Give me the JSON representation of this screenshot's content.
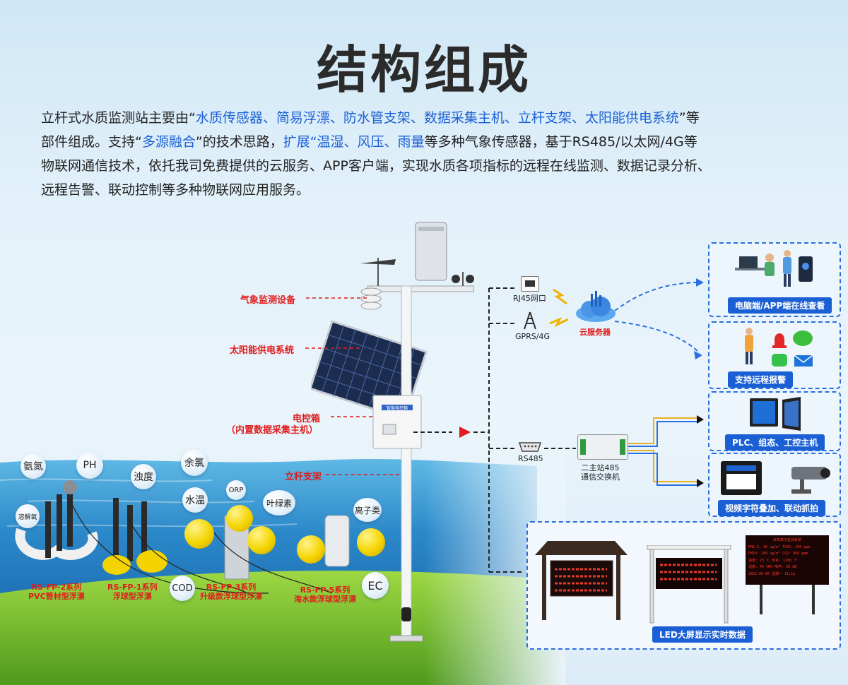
{
  "title": "结构组成",
  "intro": {
    "l1_a": "立杆式水质监测站主要由“",
    "l1_b": "水质传感器、简易浮漂、防水管支架、数据采集主机、立杆支架、太阳能供电系统",
    "l1_c": "”等",
    "l2_a": "部件组成。支持“",
    "l2_b": "多源融合",
    "l2_c": "”的技术思路，",
    "l2_d": "扩展“温湿、风压、雨量",
    "l2_e": "等多种气象传感器，基于RS485/以太网/4G等",
    "l3": "物联网通信技术，依托我司免费提供的云服务、APP客户端，实现水质各项指标的远程在线监测、数据记录分析、",
    "l4": "远程告警、联动控制等多种物联网应用服务。"
  },
  "callouts": {
    "weather": "气象监测设备",
    "solar": "太阳能供电系统",
    "box_1": "电控箱",
    "box_2": "（内置数据采集主机）",
    "pole": "立杆支架"
  },
  "box_label": "智能电控箱",
  "comm": {
    "rj45": "RJ45网口",
    "gprs": "GPRS/4G",
    "cloud": "云服务器",
    "rs485": "RS485",
    "switch_1": "二主站485",
    "switch_2": "通信交换机"
  },
  "panels": {
    "online": "电脑端/APP端在线查看",
    "alarm": "支持远程报警",
    "plc": "PLC、组态、工控主机",
    "video": "视频字符叠加、联动抓拍",
    "led": "LED大屏显示实时数据"
  },
  "bubbles": {
    "ammonia": "氨氮",
    "ph": "PH",
    "turbidity": "浊度",
    "chlorine": "余氯",
    "orp": "ORP",
    "temp": "水温",
    "chlorophyll": "叶绿素",
    "ion": "离子类",
    "cod": "COD",
    "ec": "EC",
    "do": "溶解氧"
  },
  "floats": {
    "fp2_a": "RS-FP-2系列",
    "fp2_b": "PVC管材型浮漂",
    "fp1_a": "RS-FP-1系列",
    "fp1_b": "浮球型浮漂",
    "fp3_a": "RS-FP-3系列",
    "fp3_b": "升级款浮球型浮漂",
    "fp5_a": "RS-FP-5系列",
    "fp5_b": "海水款浮球型浮漂"
  },
  "led_screen": {
    "head": "负氧离子监测系统",
    "r1": "PM2.5: 35 ug/m³   TVOC: 150 ppb",
    "r2": "PM10: 100 ug/m³   CO2: 450 ppm",
    "r3": "温度: 23 ℃       负氧: 1200 个",
    "r4": "湿度: 45 %RH     噪声: 50 dB",
    "r5": "2022-06-06   星期一   11:12"
  },
  "colors": {
    "accent": "#1a5fd6",
    "callout": "#e01c1c",
    "panel_border": "#2a6fe0",
    "tag_bg": "#1b5fd4",
    "float_yellow": "#f4d400"
  }
}
